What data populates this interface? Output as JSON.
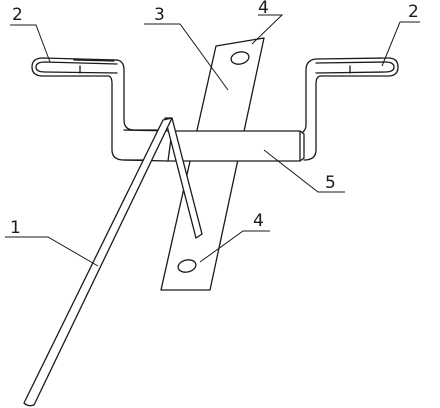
{
  "callouts": {
    "rod": "1",
    "hook_left": "2",
    "hook_right": "2",
    "plate": "3",
    "hole_top": "4",
    "hole_bottom": "4",
    "crossbar": "5"
  }
}
